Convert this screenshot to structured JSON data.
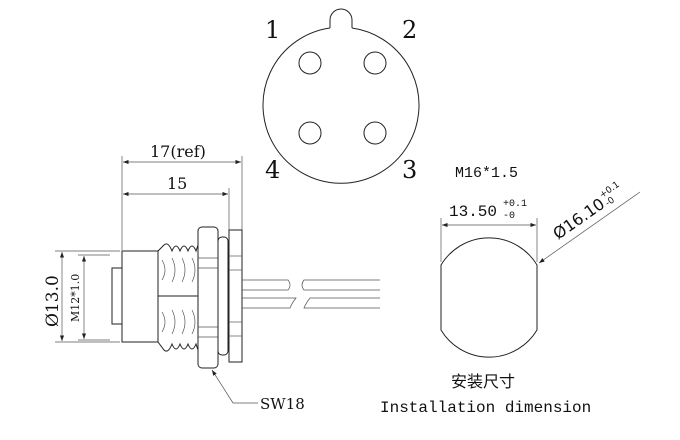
{
  "pin_face": {
    "pins": [
      "1",
      "2",
      "3",
      "4"
    ]
  },
  "side_view": {
    "dim_overall": "17(ref)",
    "dim_body": "15",
    "dim_diameter": "Ø13.0",
    "dim_thread": "M12*1.0",
    "wrench_size": "SW18"
  },
  "installation": {
    "thread": "M16*1.5",
    "width_value": "13.50",
    "width_tol_upper": "+0.1",
    "width_tol_lower": "-0",
    "diameter_value": "Ø16.10",
    "diameter_tol_upper": "+0.1",
    "diameter_tol_lower": "-0",
    "title_cn": "安装尺寸",
    "title_en": "Installation dimension"
  }
}
